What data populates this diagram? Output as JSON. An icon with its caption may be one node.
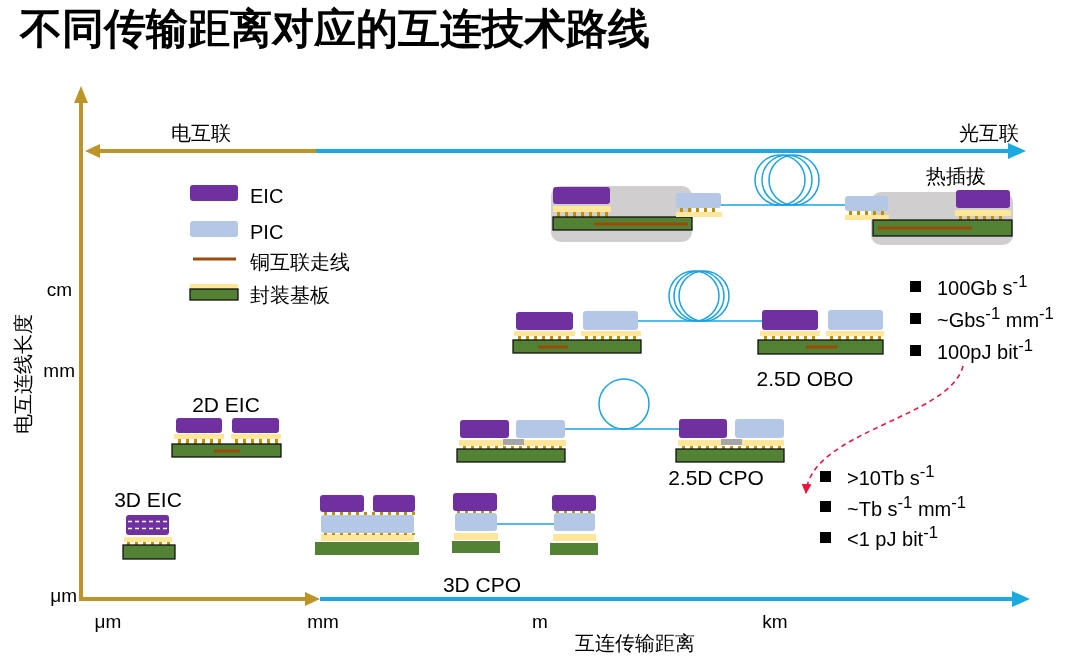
{
  "diagram": {
    "title": "不同传输距离对应的互连技术路线",
    "nodes": [
      {
        "text": [
          "100Gb s$^{-1}$",
          "~Gbs$^{-1}$ mm$^{-1}$",
          "100pJ bit$^{-1}$"
        ]
      },
      {
        "text": [
          ">10Tb s$^{-1}$",
          "~Tb s$^{-1}$ mm$^{-1}$",
          "<1 pJ bit$^{-1}$"
        ]
      }
    ],
    "edges": [
      {
        "from": 0,
        "to": 1,
        "arrow": "to",
        "style": "dashed",
        "color": "#e8163c"
      }
    ],
    "labels": [
      "电互联",
      "光互联",
      "热插拔",
      "cm",
      "电互连线长度",
      "mm",
      "2.5D OBO",
      "2D EIC",
      "2.5D CPO",
      "3D EIC",
      "3D CPO",
      "μm",
      "μm",
      "mm",
      "m",
      "km",
      "互连传输距离"
    ],
    "legend": [
      {
        "text": "EIC",
        "color": "#7030a0"
      },
      {
        "text": "PIC",
        "color": "#b4c7e7"
      },
      {
        "text": "铜互联走线"
      },
      {
        "text": "封装基板"
      }
    ]
  }
}
